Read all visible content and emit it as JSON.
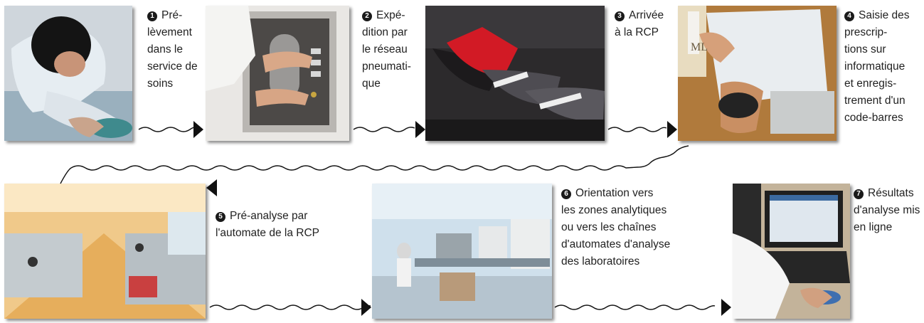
{
  "steps": [
    {
      "num": "1",
      "caption": "Prélèvement dans le service de soins",
      "lines": [
        "Pré-",
        "lèvement",
        "dans le",
        "service de",
        "soins"
      ]
    },
    {
      "num": "2",
      "caption": "Expédition par le réseau pneumatique",
      "lines": [
        "Expé-",
        "dition par",
        "le réseau",
        "pneumati-",
        "que"
      ]
    },
    {
      "num": "3",
      "caption": "Arrivée à la RCP",
      "lines": [
        "Arrivée",
        "à la RCP"
      ]
    },
    {
      "num": "4",
      "caption": "Saisie des prescriptions sur informatique et enregistrement d'un code-barres",
      "lines": [
        "Saisie des",
        "prescrip-",
        "tions sur",
        "informatique",
        "et enregis-",
        "trement d'un",
        "code-barres"
      ]
    },
    {
      "num": "5",
      "caption": "Pré-analyse par l'automate de la RCP",
      "lines": [
        "Pré-analyse par",
        "l'automate de la RCP"
      ]
    },
    {
      "num": "6",
      "caption": "Orientation vers les zones analytiques ou vers les chaînes d'automates d'analyse des laboratoires",
      "lines": [
        "Orientation vers",
        "les zones analytiques",
        "ou vers les chaînes",
        "d'automates d'analyse",
        "des laboratoires"
      ]
    },
    {
      "num": "7",
      "caption": "Résultats d'analyse mis en ligne",
      "lines": [
        "Résultats",
        "d'analyse mis",
        "en ligne"
      ]
    }
  ],
  "photo_sign_text": "ML"
}
